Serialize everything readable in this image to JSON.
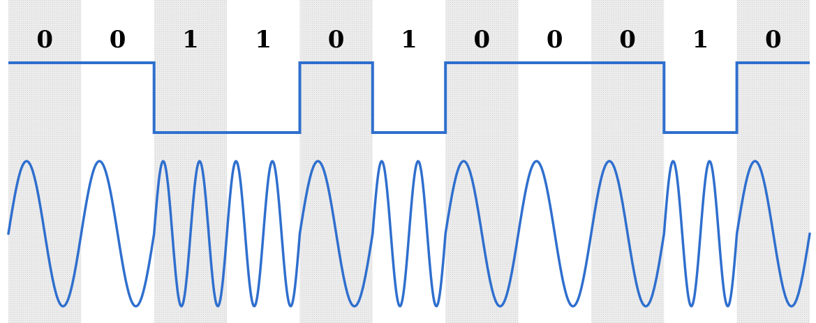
{
  "bits": [
    "0",
    "0",
    "1",
    "1",
    "0",
    "1",
    "0",
    "0",
    "0",
    "1",
    "0"
  ],
  "modulation": {
    "type": "FSK",
    "bit_0_cycles": 1,
    "bit_1_cycles": 2
  },
  "colors": {
    "signal": "#2f6fce",
    "shade": "#ececec",
    "text": "#000000",
    "background": "#ffffff"
  }
}
